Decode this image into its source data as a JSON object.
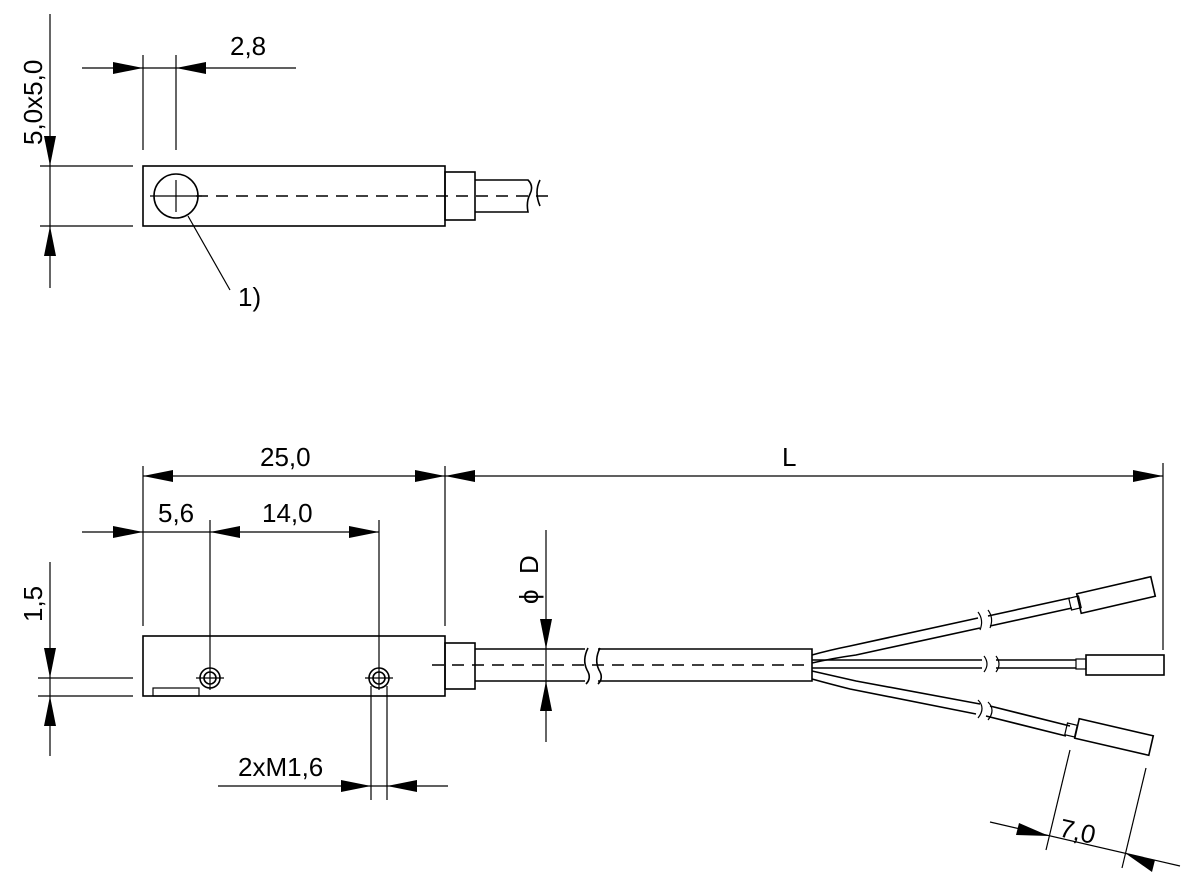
{
  "dimensions": {
    "size_section": "5,0x5,0",
    "top_offset": "2,8",
    "note_ref": "1)",
    "body_length": "25,0",
    "cable_length": "L",
    "hole_offset": "5,6",
    "hole_spacing": "14,0",
    "height_offset": "1,5",
    "cable_diameter_symbol": "ϕ",
    "cable_diameter": "D",
    "thread": "2xM1,6",
    "strip_length": "7,0"
  }
}
